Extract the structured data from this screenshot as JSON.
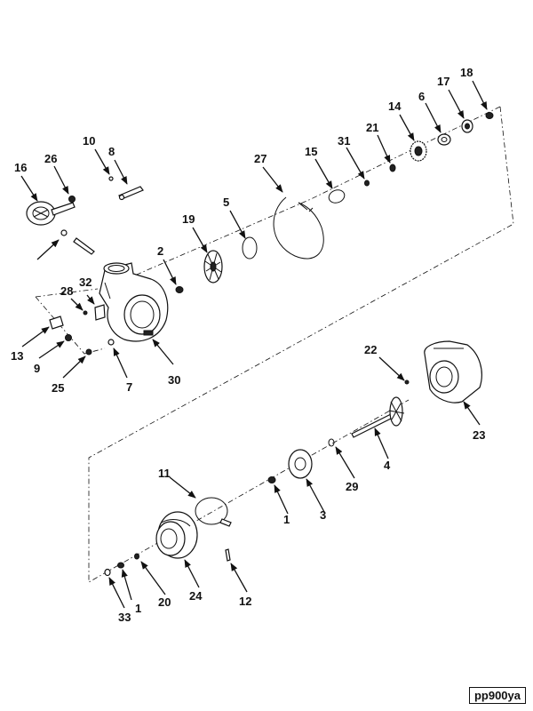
{
  "figure_ref": "pp900ya",
  "labels": {
    "n1a": "1",
    "n1b": "1",
    "n2": "2",
    "n3": "3",
    "n4": "4",
    "n5": "5",
    "n6": "6",
    "n7": "7",
    "n8": "8",
    "n9": "9",
    "n10": "10",
    "n11": "11",
    "n12": "12",
    "n13": "13",
    "n14": "14",
    "n15": "15",
    "n16": "16",
    "n17": "17",
    "n18": "18",
    "n19": "19",
    "n20": "20",
    "n21": "21",
    "n22": "22",
    "n23": "23",
    "n24": "24",
    "n25": "25",
    "n26": "26",
    "n27": "27",
    "n28": "28",
    "n29": "29",
    "n30": "30",
    "n31": "31",
    "n32": "32",
    "n33": "33"
  }
}
